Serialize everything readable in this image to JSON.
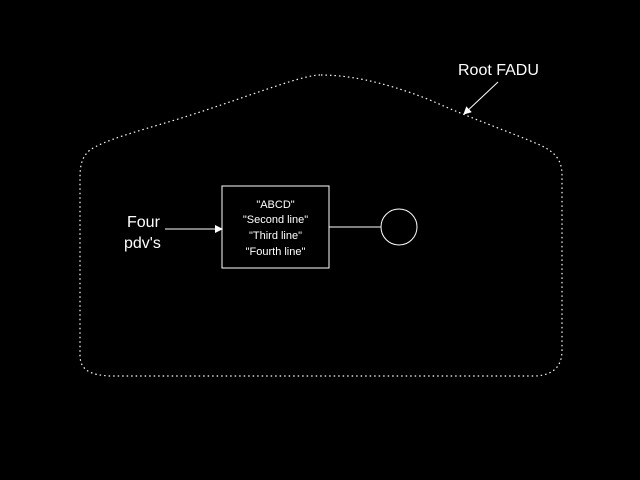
{
  "diagram": {
    "root_label": "Root FADU",
    "input_label": {
      "line1": "Four",
      "line2": "pdv's"
    },
    "box_lines": [
      "\"ABCD\"",
      "\"Second line\"",
      "\"Third line\"",
      "\"Fourth line\""
    ],
    "colors": {
      "background": "#000000",
      "foreground": "#ffffff"
    }
  }
}
